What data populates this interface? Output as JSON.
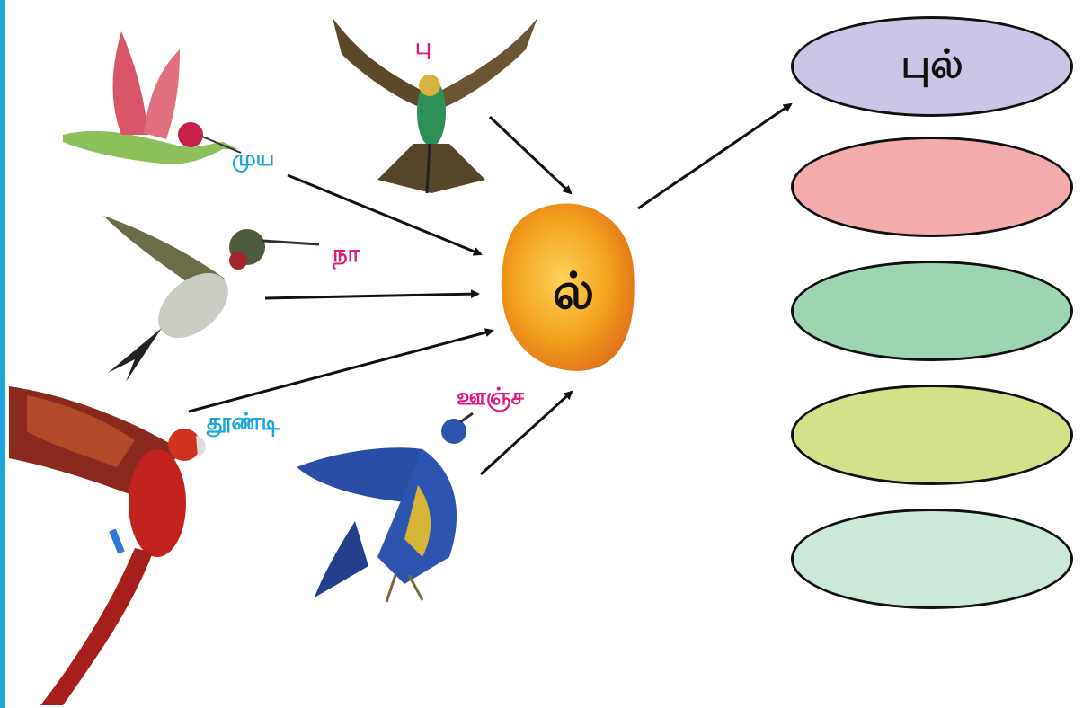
{
  "center_letter": "ல்",
  "prefixes": {
    "top": "பு",
    "top_left": "முய",
    "middle_left": "நா",
    "bottom_left": "தூண்டி",
    "bottom": "ஊஞ்ச"
  },
  "answers": [
    {
      "text": "புல்",
      "color": "#c9c6e6"
    },
    {
      "text": "",
      "color": "#f4abae"
    },
    {
      "text": "",
      "color": "#9dd4b2"
    },
    {
      "text": "",
      "color": "#d4e08a"
    },
    {
      "text": "",
      "color": "#cce8d8"
    }
  ]
}
